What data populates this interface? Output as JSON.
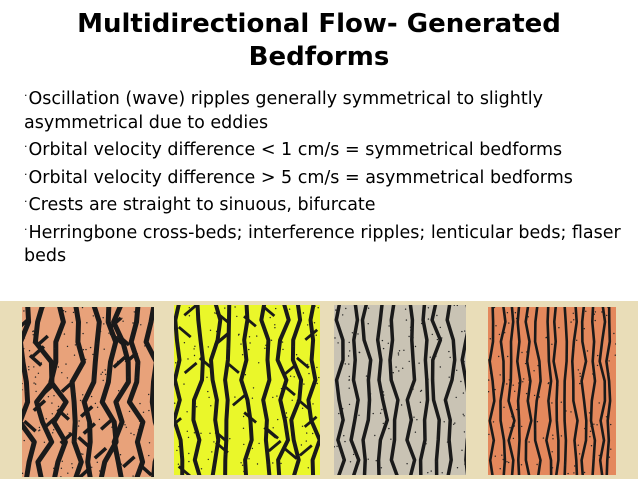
{
  "slide": {
    "title_line1": "Multidirectional Flow- Generated",
    "title_line2": "Bedforms",
    "bullet_marker": "·",
    "bullets": [
      "Oscillation (wave) ripples generally symmetrical to slightly asymmetrical due to eddies",
      "Orbital velocity difference < 1 cm/s = symmetrical bedforms",
      "Orbital velocity difference > 5 cm/s = asymmetrical bedforms",
      "Crests are straight to sinuous, bifurcate",
      "Herringbone cross-beds; interference ripples; lenticular beds; flaser beds"
    ]
  },
  "figure": {
    "background_color": "#e9ddb8",
    "panels": [
      {
        "name": "ripple-panel-salmon",
        "fill": "#e8a27a",
        "pattern": "interference-ripples"
      },
      {
        "name": "ripple-panel-yellow",
        "fill": "#eaf72a",
        "pattern": "sinuous-bifurcating-crests"
      },
      {
        "name": "ripple-panel-gray",
        "fill": "#c9c3b4",
        "pattern": "wavy-crests"
      },
      {
        "name": "ripple-panel-orange",
        "fill": "#e4885c",
        "pattern": "straight-crests"
      }
    ]
  }
}
